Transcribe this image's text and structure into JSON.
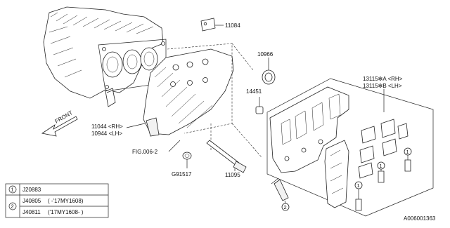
{
  "labels": {
    "p11084": "11084",
    "p10966": "10966",
    "p14451": "14451",
    "p13115a": "13115✻A <RH>",
    "p13115b": "13115✻B <LH>",
    "p11044": "11044 <RH>",
    "p10944": "10944 <LH>",
    "fig": "FIG.006-2",
    "p91517": "G91517",
    "p11095": "11095",
    "front": "FRONT",
    "code": "A006001363"
  },
  "callouts": {
    "c1": "1",
    "c2": "2"
  },
  "legend": {
    "rows": [
      {
        "num": "1",
        "part": "J20883",
        "note": ""
      },
      {
        "num": "2",
        "part": "J40805",
        "note": "( -'17MY1608)"
      },
      {
        "num": "",
        "part": "J40811",
        "note": "('17MY1608- )"
      }
    ]
  }
}
